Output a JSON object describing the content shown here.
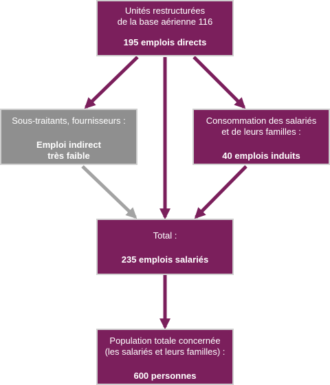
{
  "colors": {
    "purple": "#7b1f5c",
    "grey": "#8f8f8f",
    "light_arrow": "#a3a3a3"
  },
  "top": {
    "line1": "Unités restructurées",
    "line2": "de la base aérienne 116",
    "value": "195 emplois directs"
  },
  "left": {
    "line1": "Sous-traitants, fournisseurs :",
    "value1": "Emploi indirect",
    "value2": "très faible"
  },
  "right": {
    "line1": "Consommation des salariés",
    "line2": "et de leurs familles :",
    "value": "40 emplois induits"
  },
  "total": {
    "line1": "Total :",
    "value": "235 emplois salariés"
  },
  "population": {
    "line1": "Population totale concernée",
    "line2": "(les salariés et leurs familles) :",
    "value": "600 personnes"
  }
}
